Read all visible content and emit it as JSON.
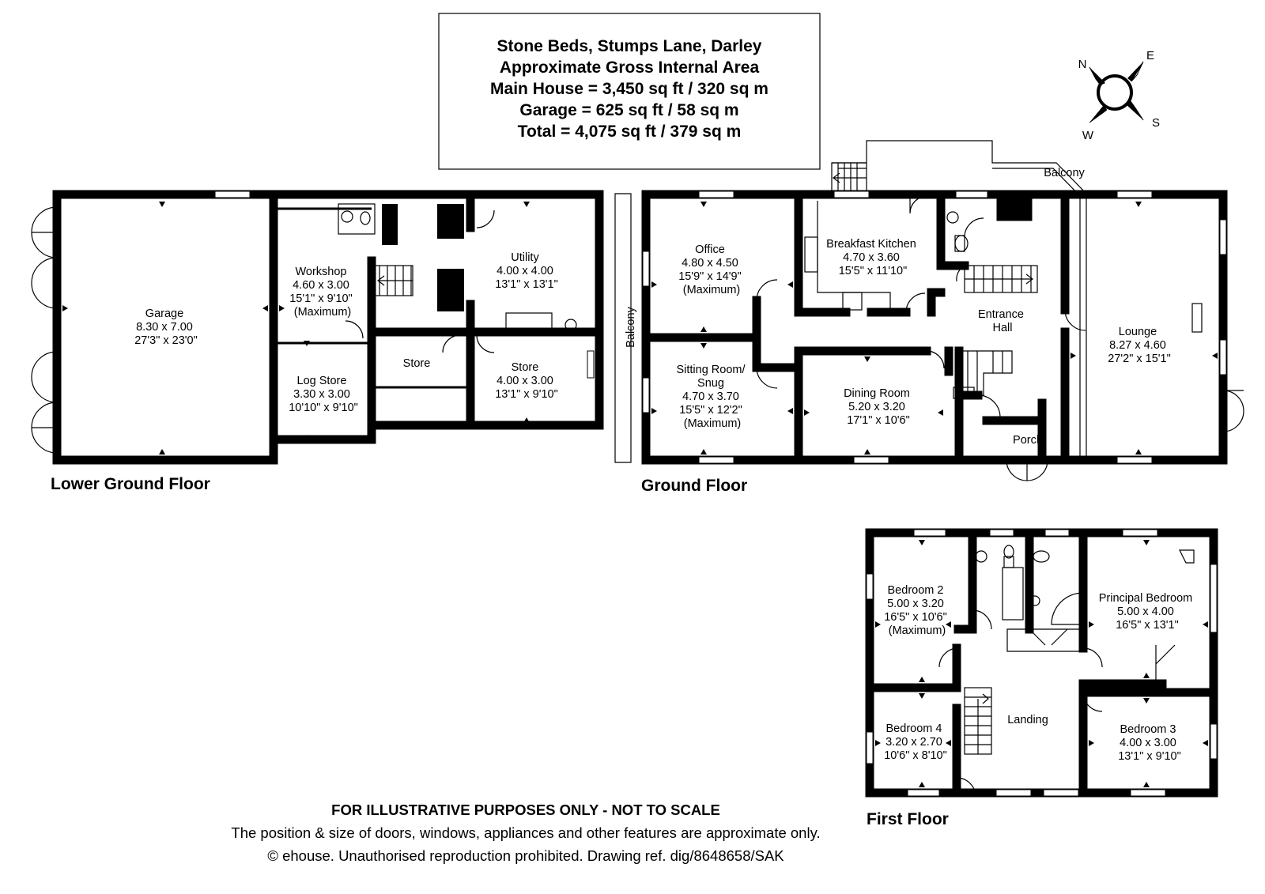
{
  "title_box": {
    "line1": "Stone Beds, Stumps Lane, Darley",
    "line2": "Approximate Gross Internal Area",
    "line3": "Main House = 3,450 sq ft / 320 sq m",
    "line4": "Garage = 625 sq ft / 58 sq m",
    "line5": "Total = 4,075 sq ft / 379 sq m"
  },
  "compass": {
    "n": "N",
    "e": "E",
    "s": "S",
    "w": "W"
  },
  "floors": {
    "lower": "Lower Ground Floor",
    "ground": "Ground Floor",
    "first": "First Floor"
  },
  "rooms": {
    "garage": [
      "Garage",
      "8.30 x 7.00",
      "27'3\" x 23'0\""
    ],
    "workshop": [
      "Workshop",
      "4.60 x 3.00",
      "15'1\" x 9'10\"",
      "(Maximum)"
    ],
    "log_store": [
      "Log Store",
      "3.30 x 3.00",
      "10'10\" x 9'10\""
    ],
    "store_small": [
      "Store"
    ],
    "utility": [
      "Utility",
      "4.00 x 4.00",
      "13'1\" x 13'1\""
    ],
    "store_large": [
      "Store",
      "4.00 x 3.00",
      "13'1\" x 9'10\""
    ],
    "office": [
      "Office",
      "4.80 x 4.50",
      "15'9\" x 14'9\"",
      "(Maximum)"
    ],
    "breakfast_kitchen": [
      "Breakfast Kitchen",
      "4.70 x 3.60",
      "15'5\" x 11'10\""
    ],
    "entrance_hall": [
      "Entrance",
      "Hall"
    ],
    "lounge": [
      "Lounge",
      "8.27 x 4.60",
      "27'2\" x 15'1\""
    ],
    "sitting_room": [
      "Sitting Room/",
      "Snug",
      "4.70 x 3.70",
      "15'5\" x 12'2\"",
      "(Maximum)"
    ],
    "dining_room": [
      "Dining Room",
      "5.20 x 3.20",
      "17'1\" x 10'6\""
    ],
    "porch": [
      "Porch"
    ],
    "balcony_top": [
      "Balcony"
    ],
    "balcony_left": [
      "Balcony"
    ],
    "bedroom2": [
      "Bedroom 2",
      "5.00 x 3.20",
      "16'5\" x 10'6\"",
      "(Maximum)"
    ],
    "principal_bedroom": [
      "Principal Bedroom",
      "5.00 x 4.00",
      "16'5\" x 13'1\""
    ],
    "bedroom4": [
      "Bedroom 4",
      "3.20 x 2.70",
      "10'6\" x 8'10\""
    ],
    "landing": [
      "Landing"
    ],
    "bedroom3": [
      "Bedroom 3",
      "4.00 x 3.00",
      "13'1\" x 9'10\""
    ]
  },
  "disclaimer": {
    "line1": "FOR ILLUSTRATIVE PURPOSES ONLY - NOT TO SCALE",
    "line2": "The position & size of doors, windows, appliances and other features are approximate only.",
    "line3": "© ehouse. Unauthorised reproduction prohibited. Drawing ref. dig/8648658/SAK"
  }
}
